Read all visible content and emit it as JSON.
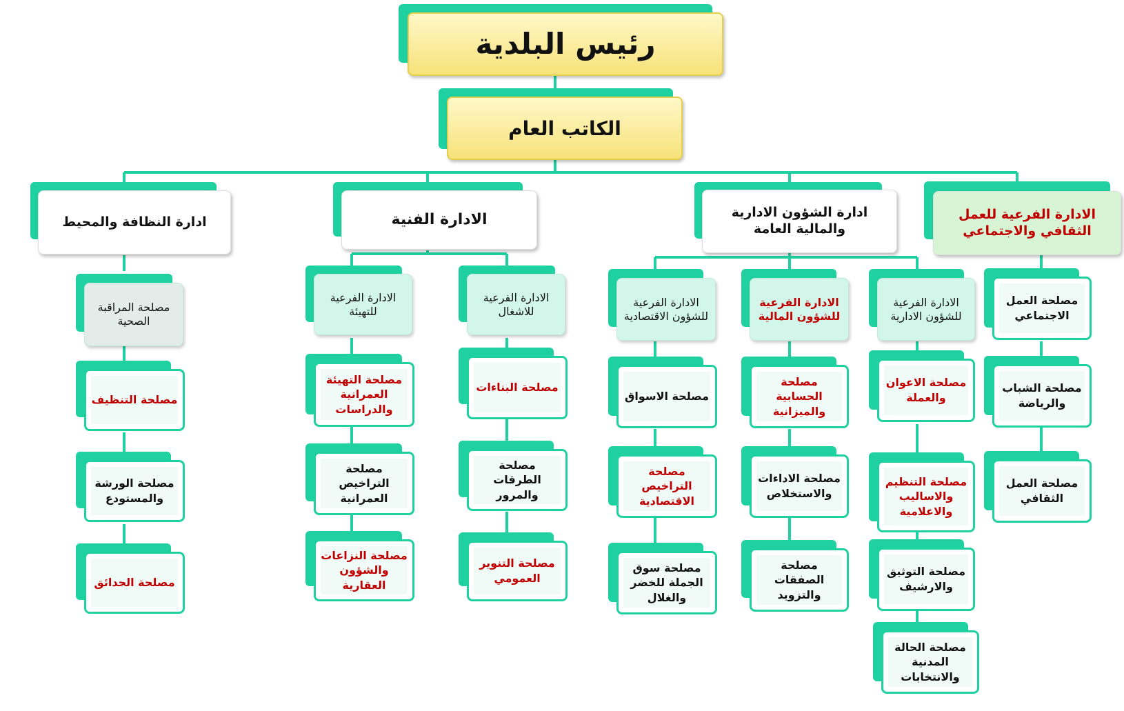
{
  "colors": {
    "accent": "#1fd1a0",
    "red_text": "#c00000",
    "header_yellow": "#f7e27a",
    "subdept_green": "#d2f6ea"
  },
  "mayor": "رئيس البلدية",
  "secretary": "الكاتب العام",
  "departments": {
    "cleanliness": {
      "title": "ادارة النظافة والمحيط",
      "sub": "مصلحة المراقبة الصحية",
      "services": [
        "مصلحة التنظيف",
        "مصلحة الورشة والمستودع",
        "مصلحة الحدائق"
      ]
    },
    "technical": {
      "title": "الادارة الفنية",
      "sub_works": {
        "title": "الادارة الفرعية للاشغال",
        "services": [
          "مصلحة البناءات",
          "مصلحة الطرقات والمرور",
          "مصلحة التنوير العمومي"
        ]
      },
      "sub_planning": {
        "title": "الادارة الفرعية للتهيئة",
        "services": [
          "مصلحة التهيئة العمرانية والدراسات",
          "مصلحة التراخيص العمرانية",
          "مصلحة النزاعات والشؤون العقارية"
        ]
      }
    },
    "admin": {
      "title": "ادارة الشؤون الادارية والمالية العامة",
      "sub_admin": {
        "title": "الادارة الفرعية للشؤون الادارية",
        "services": [
          "مصلحة الاعوان والعملة",
          "مصلحة التنظيم والاساليب والاعلامية",
          "مصلحة التوثيق والارشيف",
          "مصلحة الحالة المدنية والانتخابات"
        ]
      },
      "sub_finance": {
        "title": "الادارة الفرعية للشؤون المالية",
        "services": [
          "مصلحة الحسابية والميزانية",
          "مصلحة الاداءات والاستخلاص",
          "مصلحة الصفقات والتزويد"
        ]
      },
      "sub_economic": {
        "title": "الادارة الفرعية للشؤون الاقتصادية",
        "services": [
          "مصلحة الاسواق",
          "مصلحة التراخيص الاقتصادية",
          "مصلحة سوق الجملة للخضر والغلال"
        ]
      }
    },
    "cultural": {
      "title": "الادارة الفرعية للعمل الثقافي والاجتماعي",
      "services": [
        "مصلحة العمل الاجتماعي",
        "مصلحة الشباب والرياضة",
        "مصلحة العمل الثقافي"
      ]
    }
  }
}
